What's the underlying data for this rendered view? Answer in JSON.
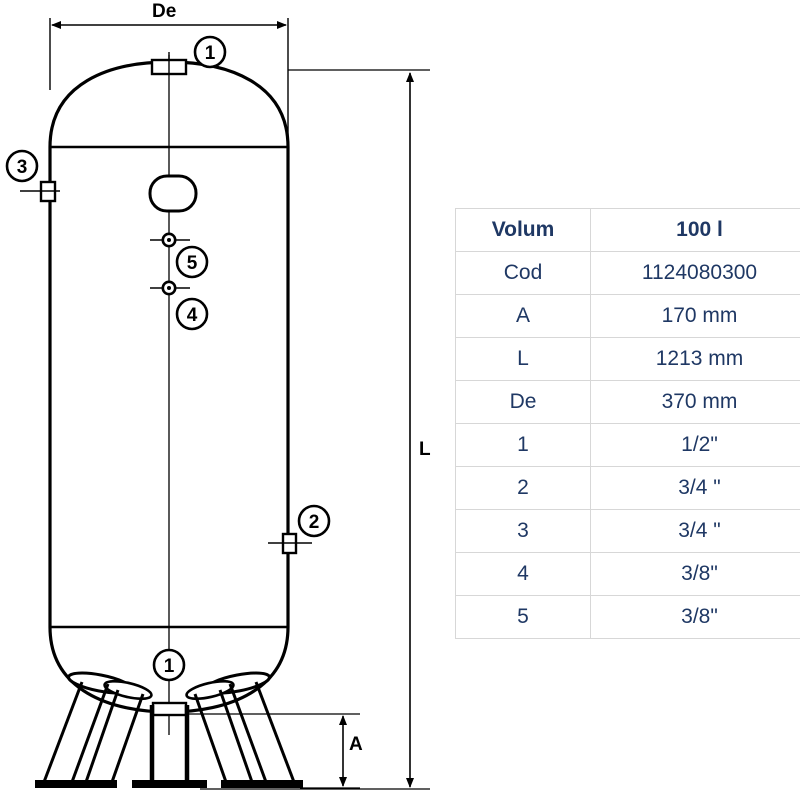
{
  "drawing": {
    "title": "vertical-air-receiver-tank-technical-drawing",
    "dimension_labels": {
      "de": "De",
      "l": "L",
      "a": "A"
    },
    "balloons": [
      {
        "id": "1",
        "label": "1",
        "location": "top-nozzle"
      },
      {
        "id": "1b",
        "label": "1",
        "location": "bottom-drain"
      },
      {
        "id": "2",
        "label": "2",
        "location": "lower-right-port"
      },
      {
        "id": "3",
        "label": "3",
        "location": "upper-left-port"
      },
      {
        "id": "4",
        "label": "4",
        "location": "centerline-lower-port"
      },
      {
        "id": "5",
        "label": "5",
        "location": "centerline-upper-port"
      }
    ],
    "line_color": "#000000",
    "background": "#ffffff"
  },
  "spec_table": {
    "text_color": "#1f3864",
    "border_color": "#d7d7d7",
    "rows": [
      {
        "key": "Volum",
        "value": "100 l"
      },
      {
        "key": "Cod",
        "value": "1124080300"
      },
      {
        "key": "A",
        "value": "170 mm"
      },
      {
        "key": "L",
        "value": "1213 mm"
      },
      {
        "key": "De",
        "value": "370 mm"
      },
      {
        "key": "1",
        "value": "1/2\""
      },
      {
        "key": "2",
        "value": "3/4 \""
      },
      {
        "key": "3",
        "value": "3/4 \""
      },
      {
        "key": "4",
        "value": "3/8\""
      },
      {
        "key": "5",
        "value": "3/8\""
      }
    ]
  }
}
